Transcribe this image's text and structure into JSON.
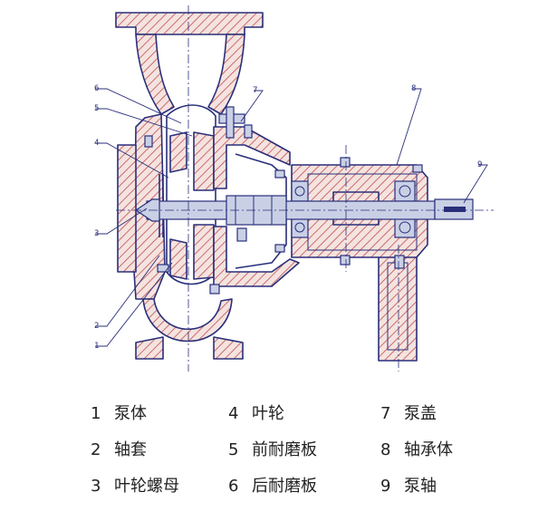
{
  "callouts": [
    "1",
    "2",
    "3",
    "4",
    "5",
    "6",
    "7",
    "8",
    "9"
  ],
  "legend": [
    {
      "num": "1",
      "label": "泵体"
    },
    {
      "num": "2",
      "label": "轴套"
    },
    {
      "num": "3",
      "label": "叶轮螺母"
    },
    {
      "num": "4",
      "label": "叶轮"
    },
    {
      "num": "5",
      "label": "前耐磨板"
    },
    {
      "num": "6",
      "label": "后耐磨板"
    },
    {
      "num": "7",
      "label": "泵盖"
    },
    {
      "num": "8",
      "label": "轴承体"
    },
    {
      "num": "9",
      "label": "泵轴"
    }
  ],
  "colors": {
    "line": "#2a2f7a",
    "hatch": "#c0504d",
    "steel": "#c9d0e6"
  }
}
